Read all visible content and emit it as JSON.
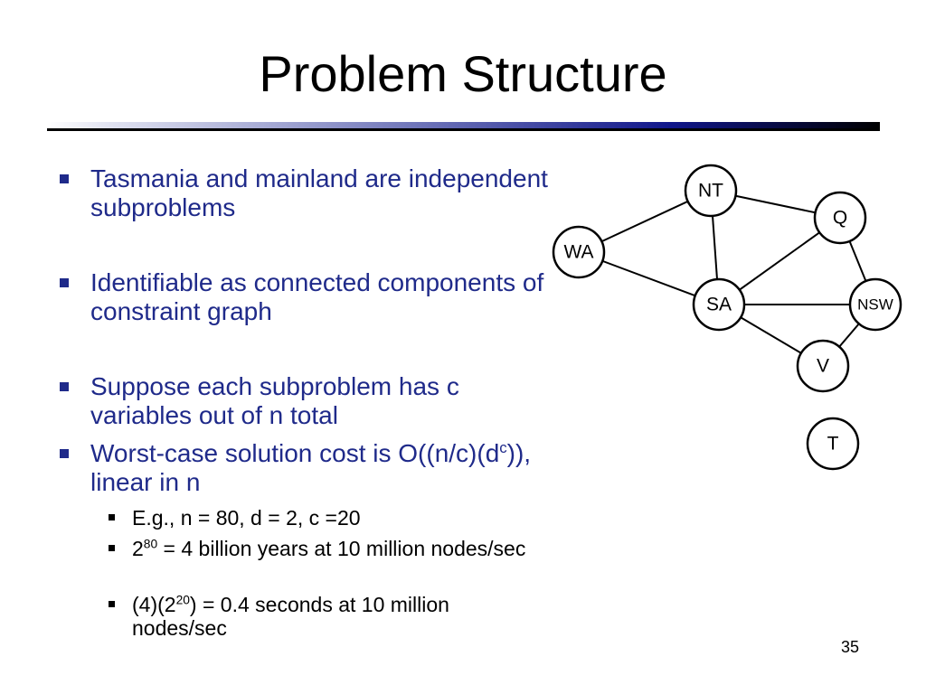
{
  "slide": {
    "title": "Problem Structure",
    "page_number": "35"
  },
  "bullets": [
    {
      "text": "Tasmania and mainland are independent subproblems"
    },
    {
      "text": "Identifiable as connected components of constraint graph"
    },
    {
      "text": "Suppose each subproblem has c variables out of n total"
    },
    {
      "text_before": "Worst-case solution cost is O((n/c)(d",
      "sup": "c",
      "text_after": ")), linear in n"
    }
  ],
  "sub_bullets": [
    {
      "text_before": "E.g., n = 80, d = 2, c =20",
      "sup": "",
      "text_after": ""
    },
    {
      "text_before": "2",
      "sup": "80",
      "text_after": " = 4 billion years at 10 million nodes/sec"
    },
    {
      "text_before": "(4)(2",
      "sup": "20",
      "text_after": ") = 0.4 seconds at 10 million nodes/sec"
    }
  ],
  "graph": {
    "nodes": [
      {
        "id": "NT",
        "label": "NT"
      },
      {
        "id": "Q",
        "label": "Q"
      },
      {
        "id": "WA",
        "label": "WA"
      },
      {
        "id": "SA",
        "label": "SA"
      },
      {
        "id": "NSW",
        "label": "NSW"
      },
      {
        "id": "V",
        "label": "V"
      },
      {
        "id": "T",
        "label": "T"
      }
    ],
    "edges": [
      [
        "WA",
        "NT"
      ],
      [
        "WA",
        "SA"
      ],
      [
        "NT",
        "SA"
      ],
      [
        "NT",
        "Q"
      ],
      [
        "SA",
        "Q"
      ],
      [
        "SA",
        "NSW"
      ],
      [
        "SA",
        "V"
      ],
      [
        "Q",
        "NSW"
      ],
      [
        "NSW",
        "V"
      ]
    ]
  }
}
